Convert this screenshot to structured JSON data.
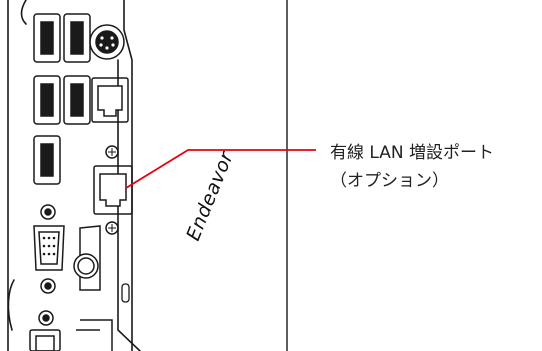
{
  "callout": {
    "line1": "有線 LAN 増設ポート",
    "line2": "（オプション）"
  },
  "brand_label": "Endeavor",
  "colors": {
    "callout_line": "#e60012",
    "outline": "#1a1a1a",
    "background": "#ffffff"
  }
}
